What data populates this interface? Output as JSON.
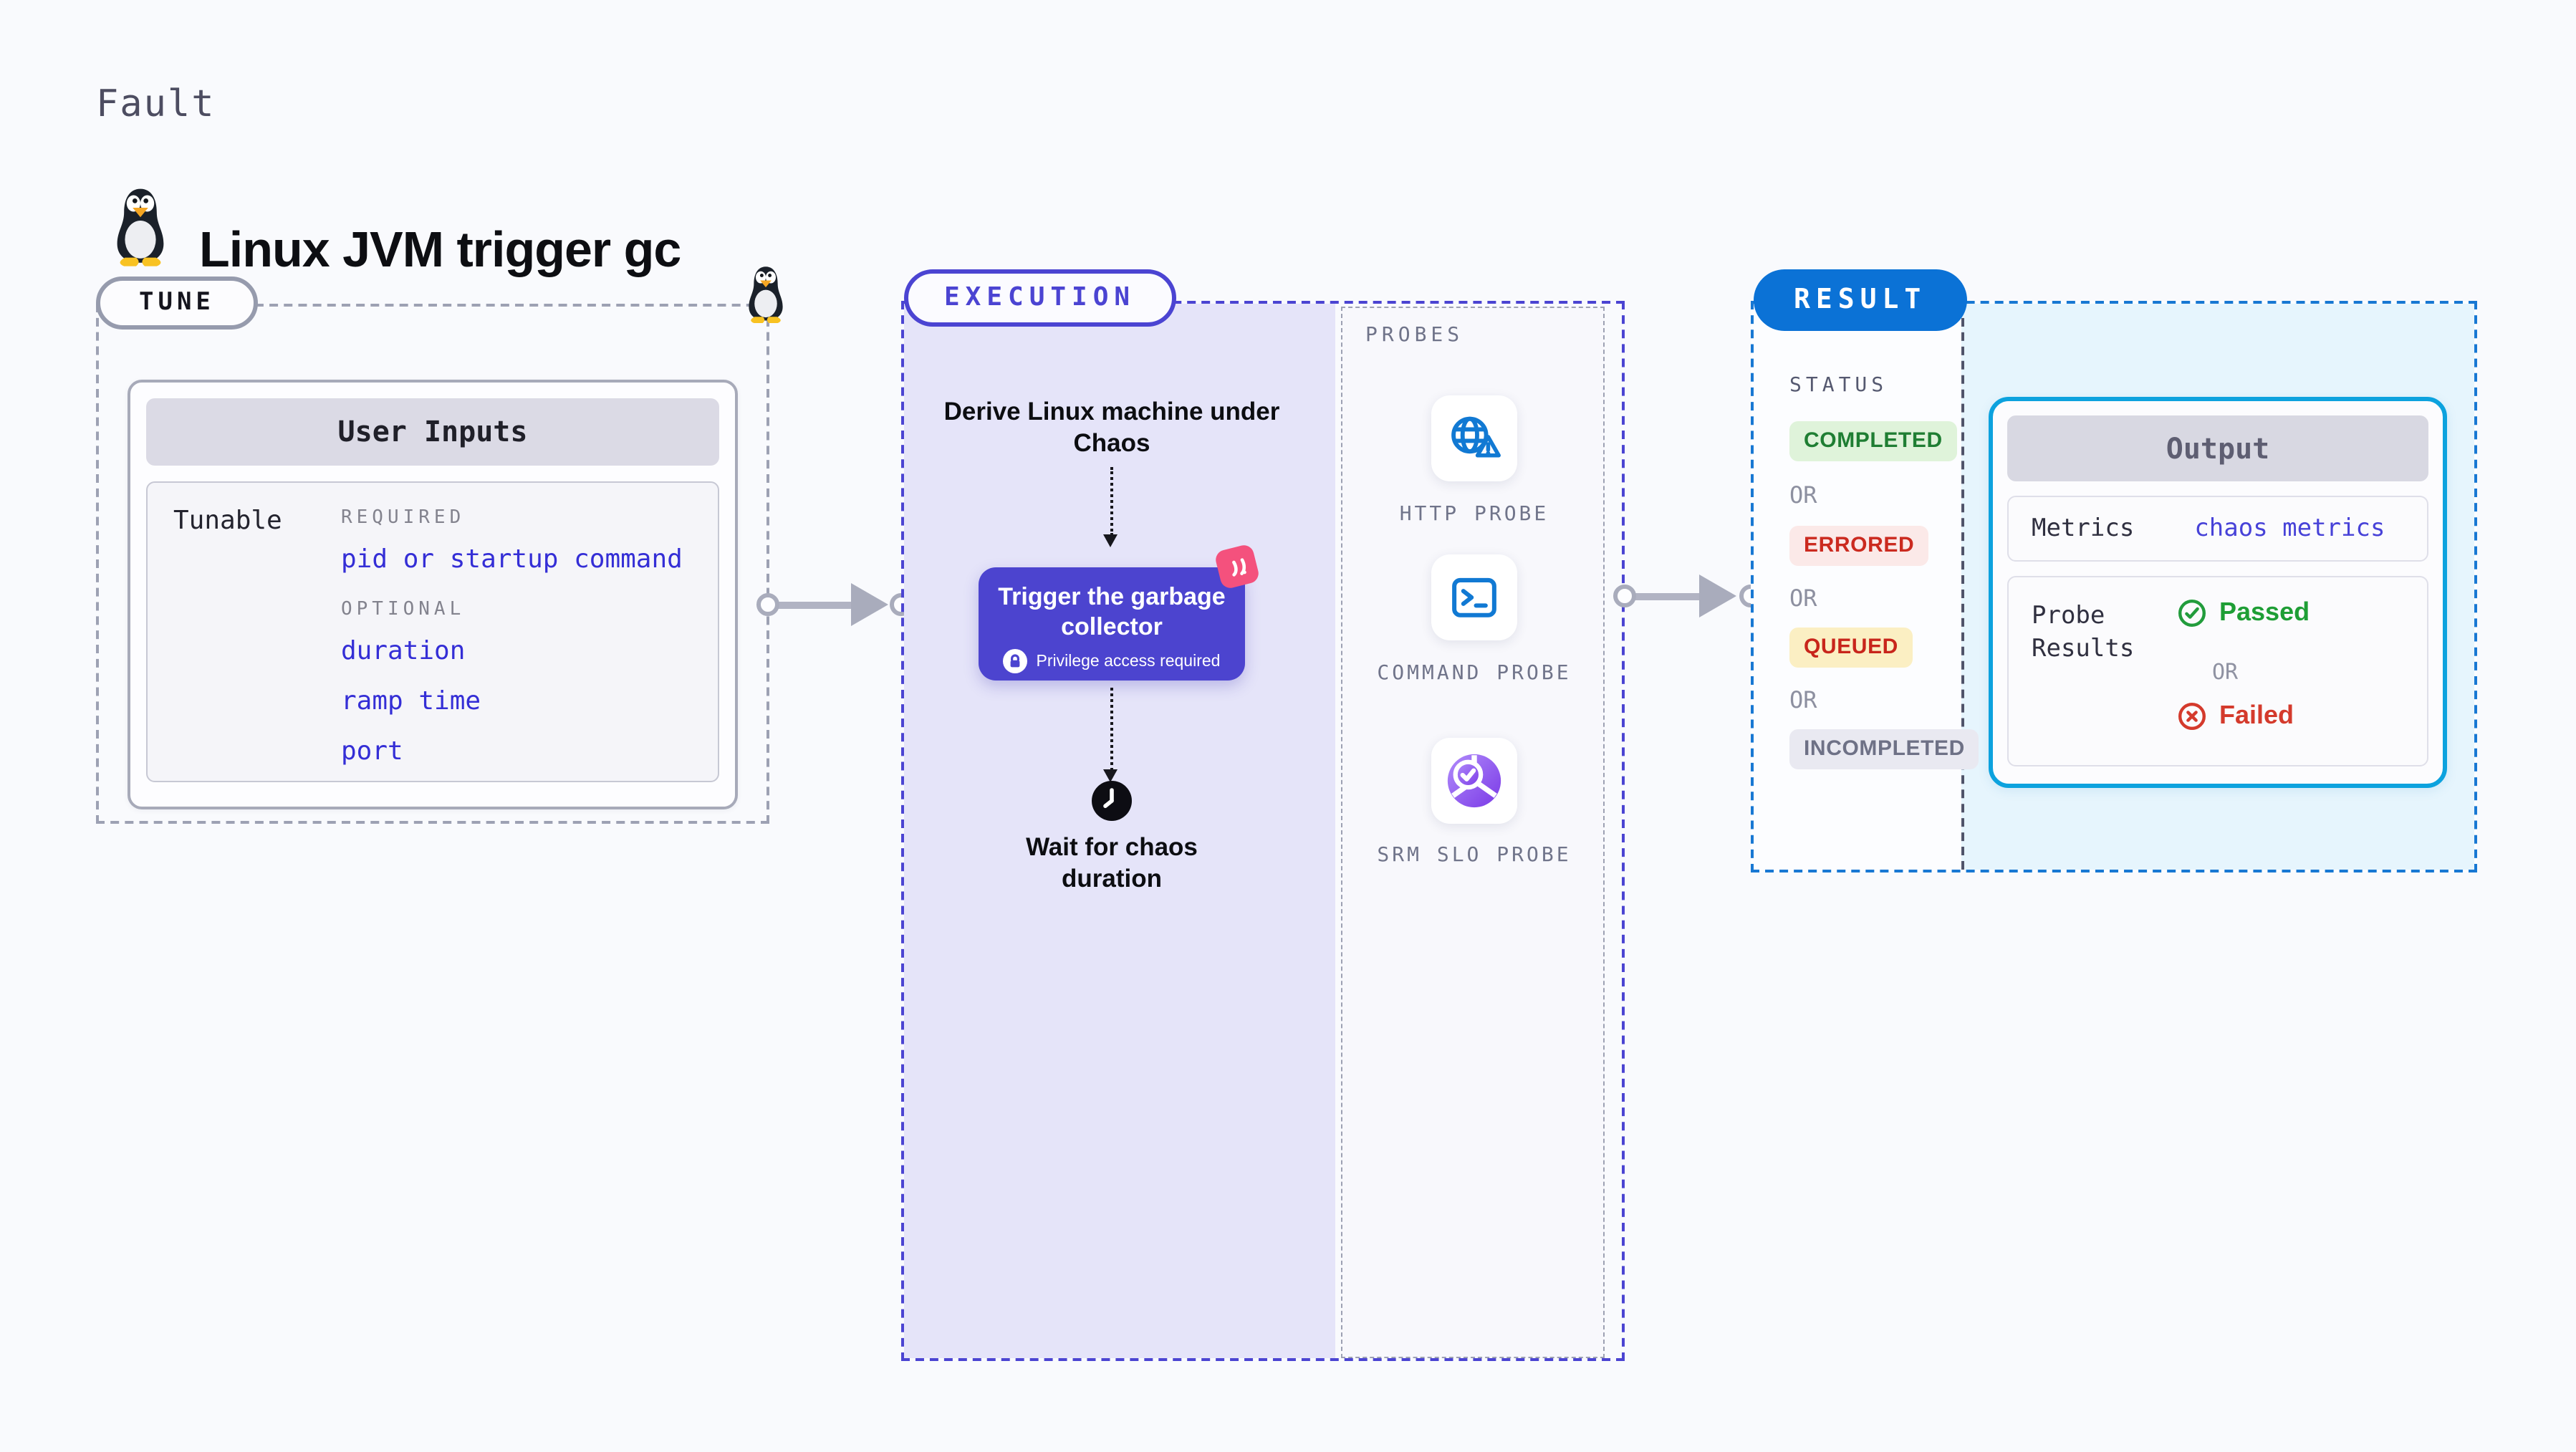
{
  "page": {
    "kicker": "Fault",
    "title": "Linux JVM trigger gc"
  },
  "tune": {
    "badge": "TUNE",
    "card_title": "User Inputs",
    "row_label": "Tunable",
    "required_label": "REQUIRED",
    "required_item": "pid or startup command",
    "optional_label": "OPTIONAL",
    "optional_items": [
      "duration",
      "ramp time",
      "port"
    ]
  },
  "execution": {
    "badge": "EXECUTION",
    "step1": "Derive Linux machine under Chaos",
    "step2": "Trigger the garbage collector",
    "privilege_note": "Privilege access required",
    "step3": "Wait for chaos duration"
  },
  "probes": {
    "label": "PROBES",
    "items": [
      {
        "name": "HTTP PROBE"
      },
      {
        "name": "COMMAND PROBE"
      },
      {
        "name": "SRM SLO PROBE"
      }
    ]
  },
  "result": {
    "badge": "RESULT",
    "status_label": "STATUS",
    "or_label": "OR",
    "statuses": [
      {
        "label": "COMPLETED"
      },
      {
        "label": "ERRORED"
      },
      {
        "label": "QUEUED"
      },
      {
        "label": "INCOMPLETED"
      }
    ],
    "output": {
      "title": "Output",
      "metrics_label": "Metrics",
      "metrics_value": "chaos metrics",
      "probe_results_label": "Probe Results",
      "passed": "Passed",
      "failed": "Failed"
    }
  },
  "colors": {
    "page_bg": "#F9FAFD",
    "execution_accent": "#4B44D2",
    "trigger_button": "#4C44CF",
    "link_indigo": "#342ED6",
    "result_blue": "#0B72D6",
    "output_border": "#0CA2DE",
    "result_cyan_bg": "#E6F5FD",
    "execution_lavender_bg": "#E5E4F9",
    "dashed_gray": "#9DA1B3",
    "status_completed": "#1F7E33",
    "status_completed_bg": "#DFF3DA",
    "status_errored": "#CB2A1F",
    "status_errored_bg": "#FBE9E8",
    "status_queued_bg": "#FBEFC3",
    "status_incompleted": "#6E7186",
    "status_incompleted_bg": "#E9E9F1",
    "probe_icon_blue": "#1179D3",
    "srm_purple": "#7A39E6",
    "chaos_pink": "#F4517D",
    "passed_green": "#1E9E35",
    "failed_red": "#D43A2C"
  }
}
